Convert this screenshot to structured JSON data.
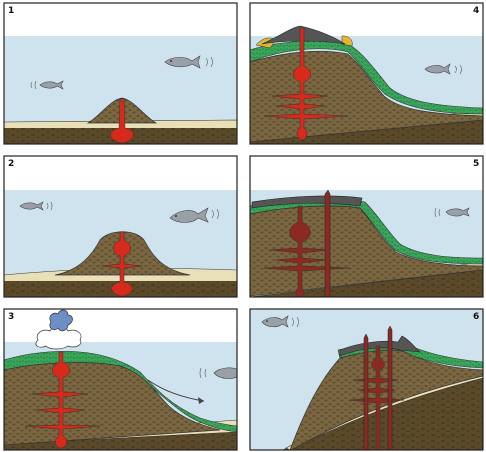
{
  "panels": [
    {
      "label": "1"
    },
    {
      "label": "2"
    },
    {
      "label": "3"
    },
    {
      "label": "4"
    },
    {
      "label": "5"
    },
    {
      "label": "6"
    }
  ],
  "colors": {
    "sky": "#ffffff",
    "water": "#cfe3ee",
    "seafloor_sand": "#e9e0b8",
    "bedrock": "#5b4a2a",
    "volcano_rock": "#7a6640",
    "reef_green": "#3aa65a",
    "reef_dark": "#1f6d3a",
    "magma": "#d62a1c",
    "cooled_magma": "#8a2a22",
    "fish": "#9aa0a8",
    "cloud": "#ffffff",
    "ash": "#6d8fc6",
    "cap_layers": "#555555",
    "yellow_deposit": "#e2b632"
  },
  "icons": [
    "fish-icon",
    "cloud-icon",
    "ash-plume-icon",
    "arrow-icon"
  ]
}
